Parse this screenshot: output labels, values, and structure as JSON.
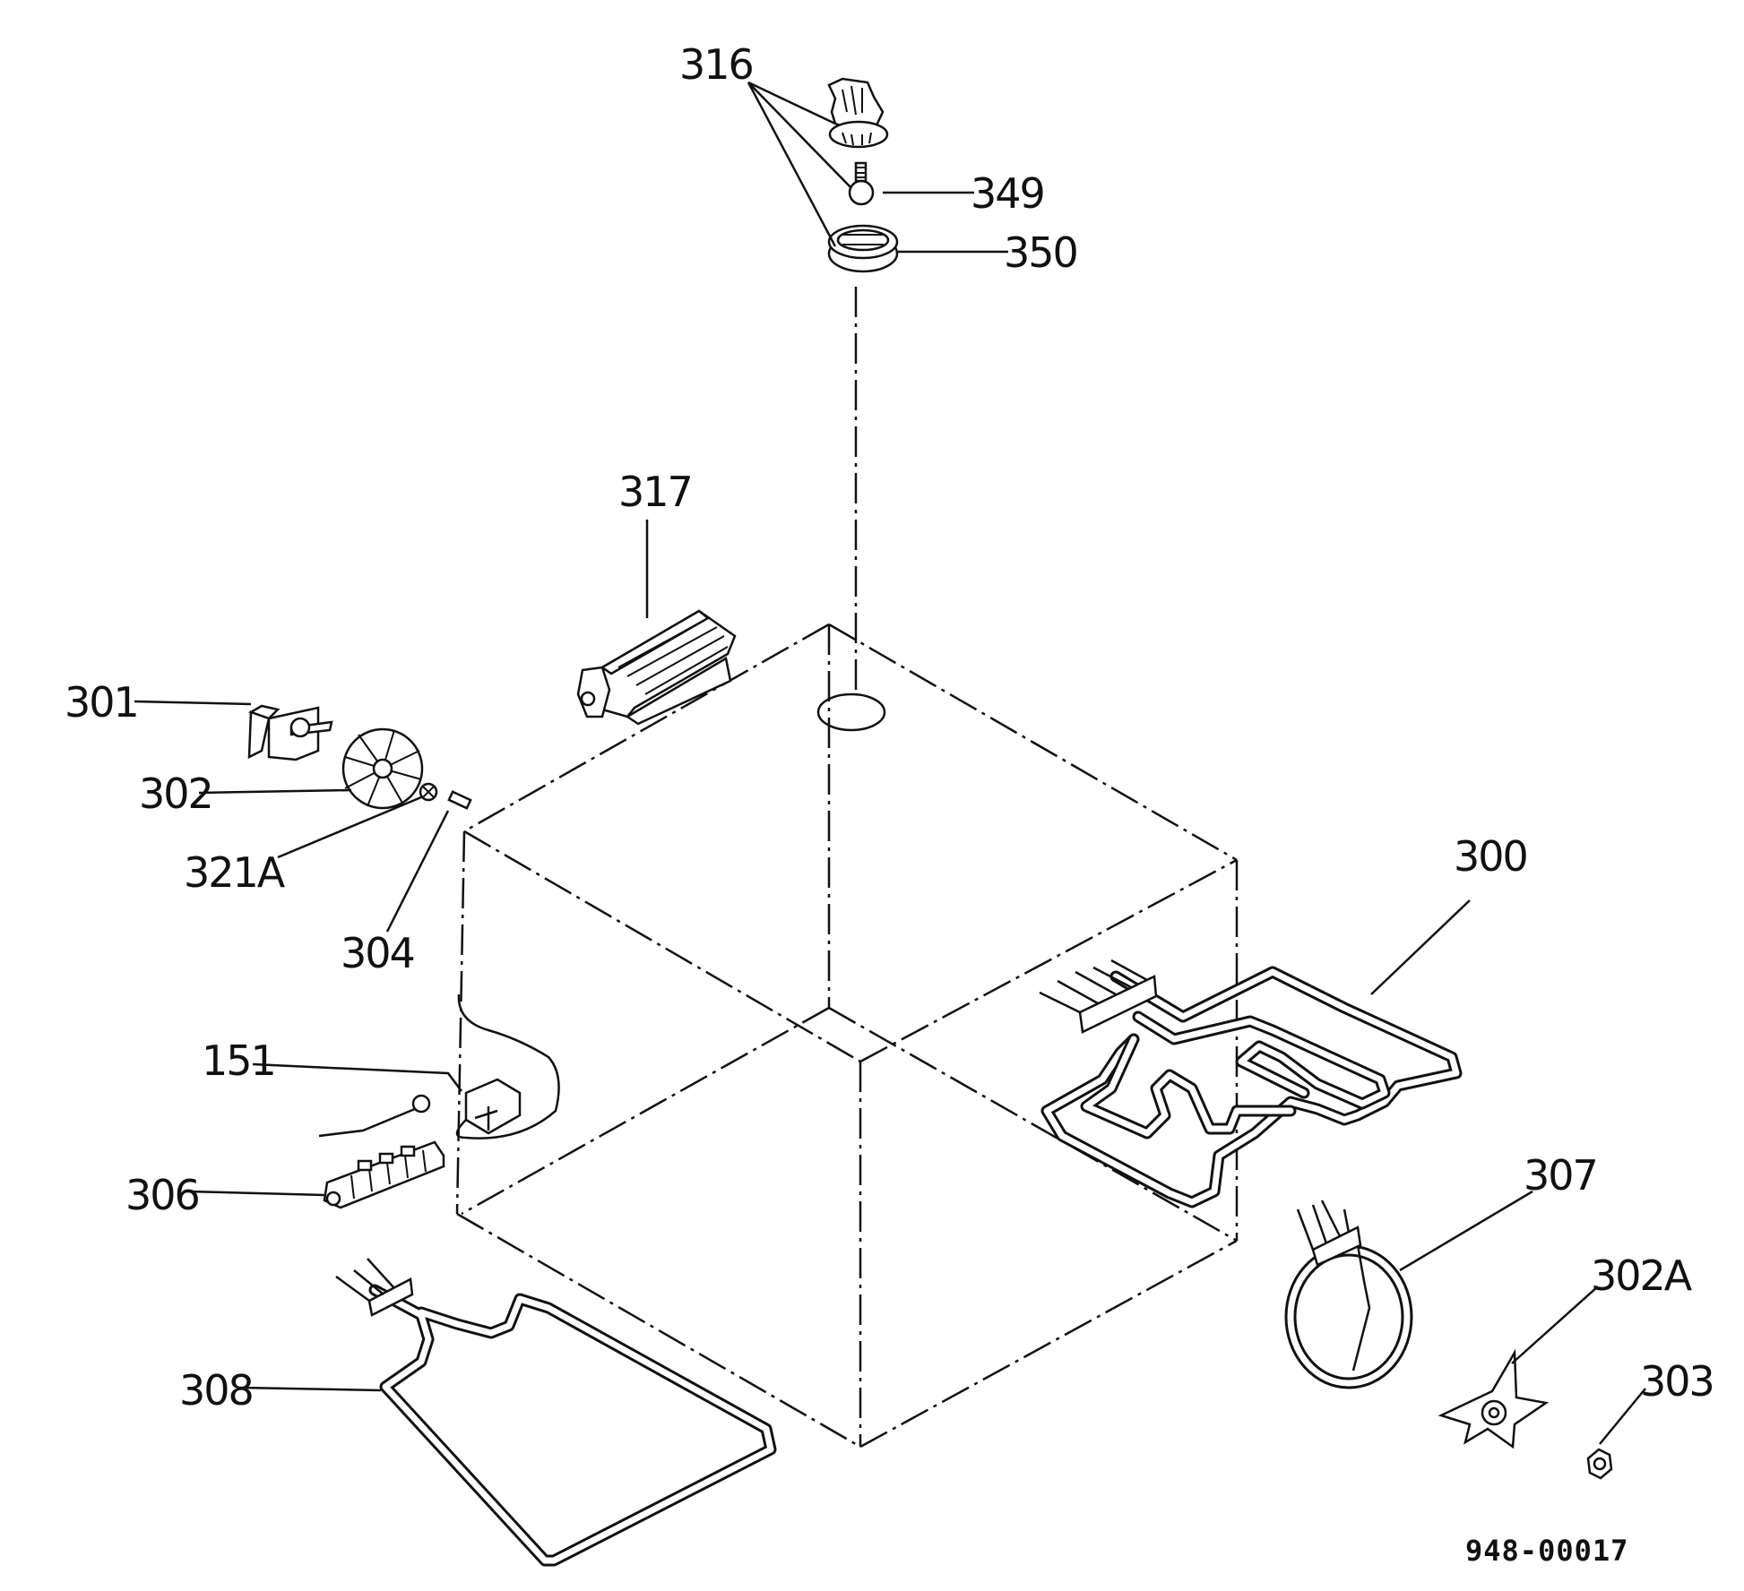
{
  "diagram": {
    "drawing_number": "948-00017",
    "parts": [
      {
        "id": "p316",
        "number": "316"
      },
      {
        "id": "p349",
        "number": "349"
      },
      {
        "id": "p350",
        "number": "350"
      },
      {
        "id": "p317",
        "number": "317"
      },
      {
        "id": "p301",
        "number": "301"
      },
      {
        "id": "p302",
        "number": "302"
      },
      {
        "id": "p321a",
        "number": "321A"
      },
      {
        "id": "p304",
        "number": "304"
      },
      {
        "id": "p300",
        "number": "300"
      },
      {
        "id": "p151",
        "number": "151"
      },
      {
        "id": "p306",
        "number": "306"
      },
      {
        "id": "p307",
        "number": "307"
      },
      {
        "id": "p302a",
        "number": "302A"
      },
      {
        "id": "p303",
        "number": "303"
      },
      {
        "id": "p308",
        "number": "308"
      }
    ]
  }
}
